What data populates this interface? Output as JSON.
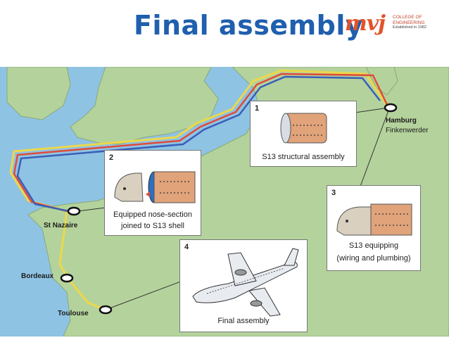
{
  "title": "Final assembly",
  "logo": {
    "mark": "mvj",
    "line1": "COLLEGE OF",
    "line2": "ENGINEERING",
    "line3": "Established in 1982"
  },
  "cities": {
    "hamburg": "Hamburg",
    "finkenwerder": "Finkenwerder",
    "st_nazaire": "St Nazaire",
    "bordeaux": "Bordeaux",
    "toulouse": "Toulouse"
  },
  "steps": [
    {
      "num": "1",
      "caption": "S13 structural assembly"
    },
    {
      "num": "2",
      "caption_line1": "Equipped nose-section",
      "caption_line2": "joined to S13 shell"
    },
    {
      "num": "3",
      "caption_line1": "S13 equipping",
      "caption_line2": "(wiring and plumbing)"
    },
    {
      "num": "4",
      "caption": "Final assembly"
    }
  ],
  "colors": {
    "title": "#1f5fae",
    "sea": "#8fc3e3",
    "land": "#b4d39c",
    "route_red": "#e04a3a",
    "route_blue": "#3a5fb8",
    "route_yellow": "#ecd84a",
    "fuselage": "#e0a37a"
  }
}
